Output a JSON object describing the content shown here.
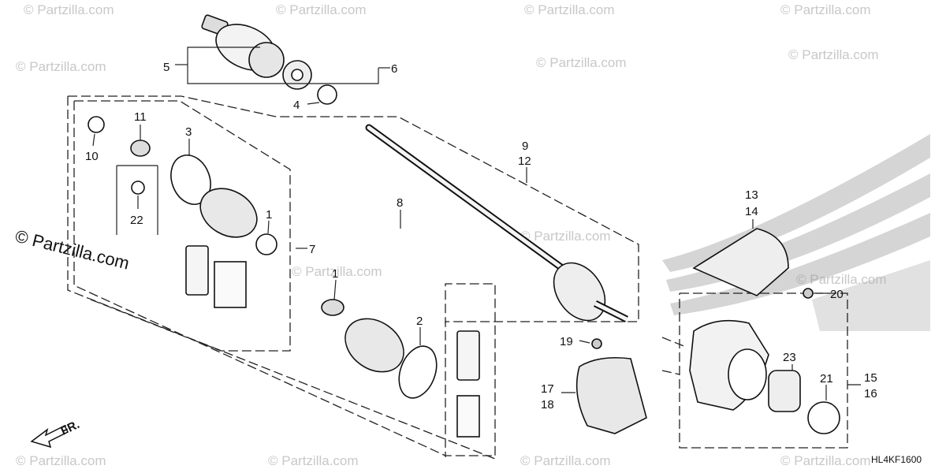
{
  "diagram_code": "HL4KF1600",
  "watermark_text": "© Partzilla.com",
  "direction_label": "FR.",
  "callouts": {
    "c1a": "1",
    "c1b": "1",
    "c2": "2",
    "c3": "3",
    "c4": "4",
    "c5": "5",
    "c6": "6",
    "c7": "7",
    "c8": "8",
    "c9": "9",
    "c10": "10",
    "c11": "11",
    "c12": "12",
    "c13": "13",
    "c14": "14",
    "c15": "15",
    "c16": "16",
    "c17": "17",
    "c18": "18",
    "c19": "19",
    "c20": "20",
    "c21": "21",
    "c22": "22",
    "c23": "23"
  }
}
